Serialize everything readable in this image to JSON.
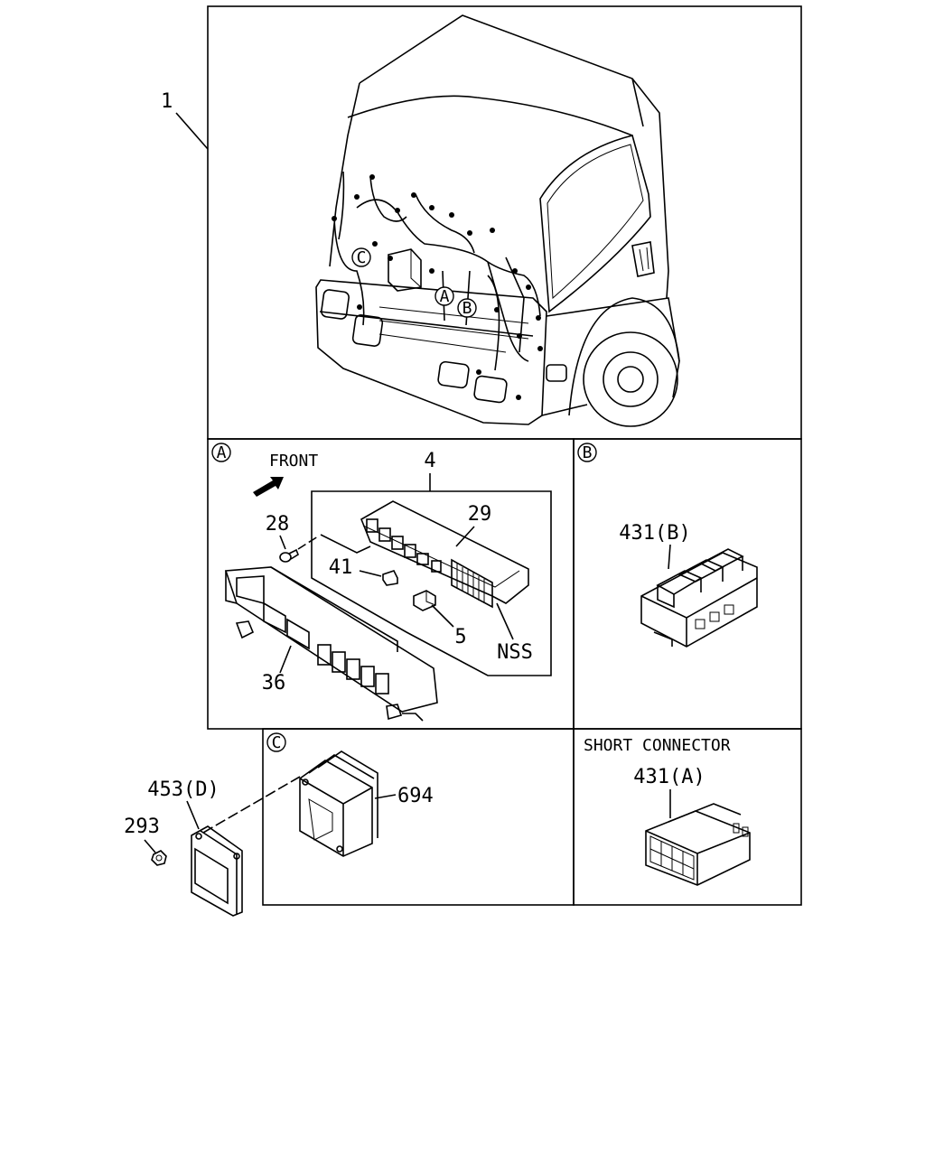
{
  "labels": {
    "part_1": "1",
    "part_4": "4",
    "part_29": "29",
    "part_28": "28",
    "part_41": "41",
    "part_5": "5",
    "part_nss": "NSS",
    "part_36": "36",
    "part_431b": "431(B)",
    "part_431a": "431(A)",
    "part_453d": "453(D)",
    "part_293": "293",
    "part_694": "694",
    "front": "FRONT",
    "short_connector": "SHORT CONNECTOR"
  },
  "callouts": {
    "a": "A",
    "b": "B",
    "c": "C"
  }
}
